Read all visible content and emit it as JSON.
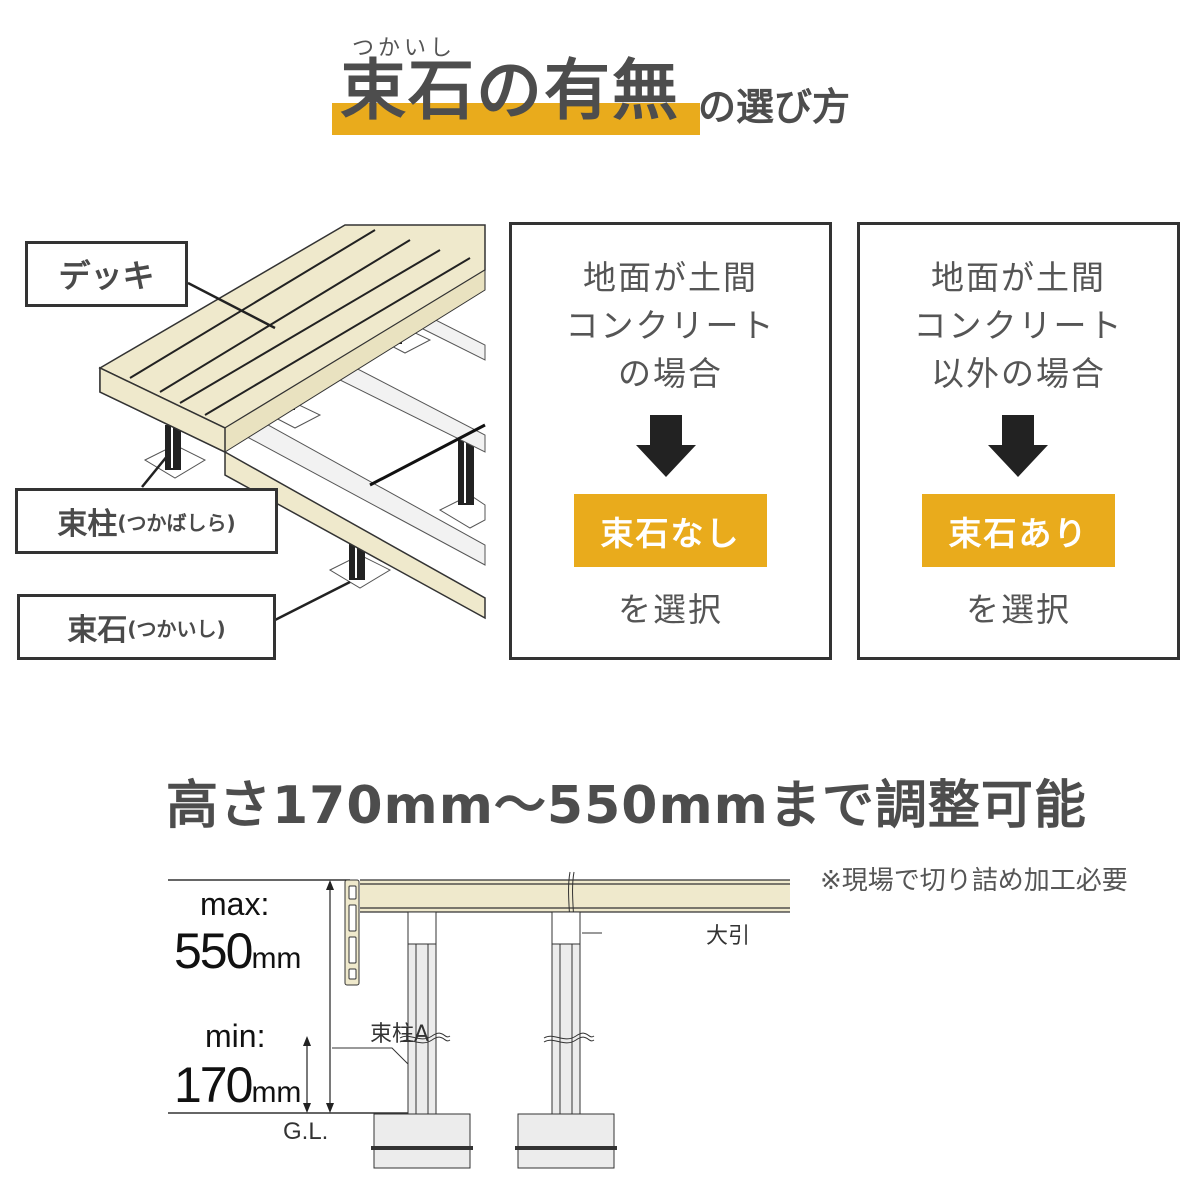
{
  "title": {
    "ruby": "つかいし",
    "main": "束石の有無",
    "sub": "の選び方",
    "highlight_color": "#e9ab1c"
  },
  "deck_diagram": {
    "labels": {
      "deck": "デッキ",
      "post_main": "束柱",
      "post_reading": "(つかばしら)",
      "stone_main": "束石",
      "stone_reading": "(つかいし)"
    },
    "deck_color": "#efe9cc"
  },
  "cards": [
    {
      "lines": [
        "地面が土間",
        "コンクリート",
        "の場合"
      ],
      "arrow": "down-arrow-icon",
      "result": "束石なし",
      "suffix": "を選択"
    },
    {
      "lines": [
        "地面が土間",
        "コンクリート",
        "以外の場合"
      ],
      "arrow": "down-arrow-icon",
      "result": "束石あり",
      "suffix": "を選択"
    }
  ],
  "height_section": {
    "heading": "高さ170mm〜550mmまで調整可能",
    "note": "※現場で切り詰め加工必要",
    "max_label": "max:",
    "max_value": "550",
    "min_label": "min:",
    "min_value": "170",
    "unit": "mm",
    "ground_label": "G.L.",
    "post_label": "束柱A",
    "beam_label": "大引"
  }
}
